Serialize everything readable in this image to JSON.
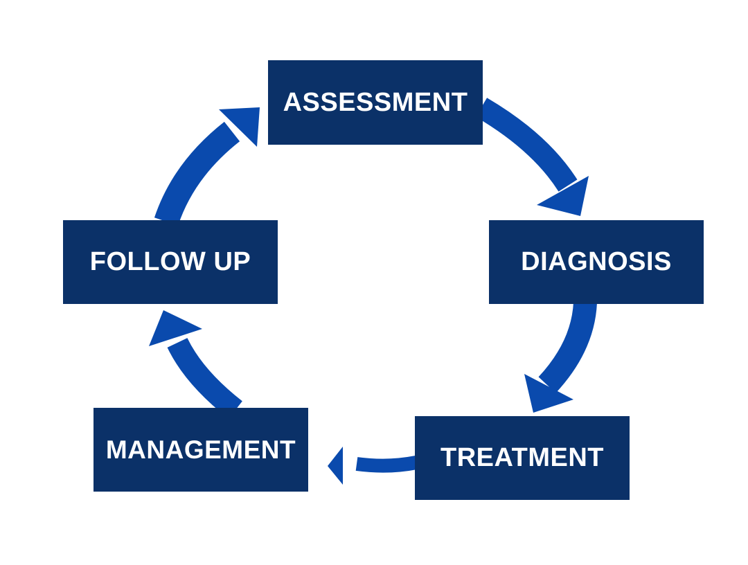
{
  "colors": {
    "box_fill": "#0b3168",
    "arrow_fill": "#0a4aad",
    "text": "#ffffff",
    "background": "#ffffff"
  },
  "cycle": {
    "stages": [
      {
        "id": "assessment",
        "label": "ASSESSMENT"
      },
      {
        "id": "diagnosis",
        "label": "DIAGNOSIS"
      },
      {
        "id": "treatment",
        "label": "TREATMENT"
      },
      {
        "id": "management",
        "label": "MANAGEMENT"
      },
      {
        "id": "followup",
        "label": "FOLLOW UP"
      }
    ],
    "flow": [
      {
        "from": "assessment",
        "to": "diagnosis"
      },
      {
        "from": "diagnosis",
        "to": "treatment"
      },
      {
        "from": "treatment",
        "to": "management"
      },
      {
        "from": "management",
        "to": "followup"
      },
      {
        "from": "followup",
        "to": "assessment"
      }
    ]
  }
}
